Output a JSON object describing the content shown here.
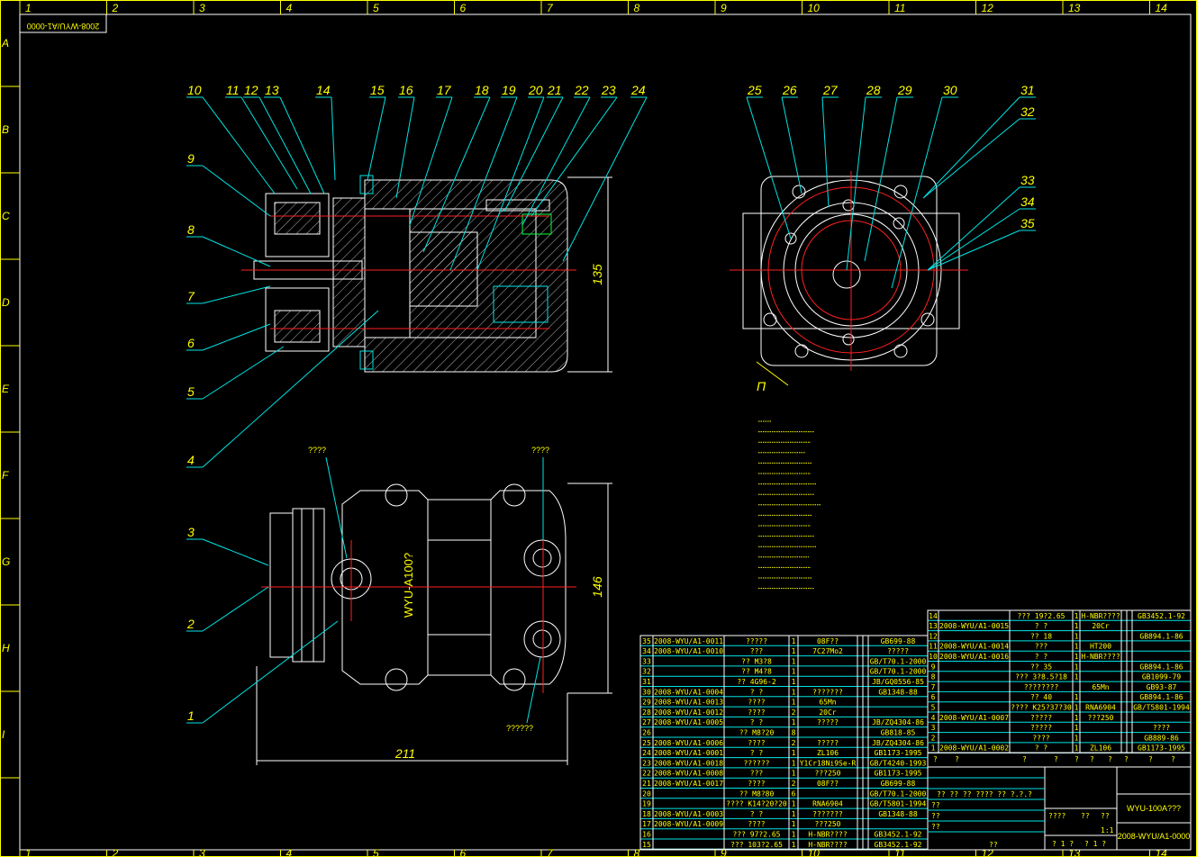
{
  "drawing_code_stamp": "2008-WYU/A1-0000",
  "border": {
    "columns": [
      "1",
      "2",
      "3",
      "4",
      "5",
      "6",
      "7",
      "8",
      "9",
      "10",
      "11",
      "12",
      "13",
      "14"
    ],
    "rows": [
      "A",
      "B",
      "C",
      "D",
      "E",
      "F",
      "G",
      "H",
      "I"
    ]
  },
  "callouts": [
    "1",
    "2",
    "3",
    "4",
    "5",
    "6",
    "7",
    "8",
    "9",
    "10",
    "11",
    "12",
    "13",
    "14",
    "15",
    "16",
    "17",
    "18",
    "19",
    "20",
    "21",
    "22",
    "23",
    "24",
    "25",
    "26",
    "27",
    "28",
    "29",
    "30",
    "31",
    "32",
    "33",
    "34",
    "35"
  ],
  "dimensions": {
    "height_section": "135",
    "height_bottom": "146",
    "width_bottom": "211"
  },
  "annotations": {
    "view_arrow": "П",
    "bottom_label_left": "????",
    "bottom_label_right": "????",
    "bottom_label_low": "??????",
    "body_marking": "WYU-A100?"
  },
  "parts_left": [
    [
      "35",
      "2008-WYU/A1-0011",
      "?????",
      "1",
      "08F??",
      "GB699-88"
    ],
    [
      "34",
      "2008-WYU/A1-0010",
      "???",
      "1",
      "7C27Mo2",
      "?????"
    ],
    [
      "33",
      "",
      "?? M3?8",
      "1",
      "",
      "GB/T70.1-2000"
    ],
    [
      "32",
      "",
      "?? M4?8",
      "1",
      "",
      "GB/T70.1-2000"
    ],
    [
      "31",
      "",
      "?? 4G96-2",
      "1",
      "",
      "JB/GQ0556-85"
    ],
    [
      "30",
      "2008-WYU/A1-0004",
      "? ?",
      "1",
      "???????",
      "GB1348-88"
    ],
    [
      "29",
      "2008-WYU/A1-0013",
      "????",
      "1",
      "65Mn",
      ""
    ],
    [
      "28",
      "2008-WYU/A1-0012",
      "????",
      "2",
      "20Cr",
      ""
    ],
    [
      "27",
      "2008-WYU/A1-0005",
      "? ?",
      "1",
      "?????",
      "JB/ZQ4304-86"
    ],
    [
      "26",
      "",
      "?? M8?20",
      "8",
      "",
      "GB818-85"
    ],
    [
      "25",
      "2008-WYU/A1-0006",
      "????",
      "2",
      "?????",
      "JB/ZQ4304-86"
    ],
    [
      "24",
      "2008-WYU/A1-0001",
      "? ?",
      "1",
      "ZL106",
      "GB1173-1995"
    ],
    [
      "23",
      "2008-WYU/A1-0018",
      "??????",
      "1",
      "Y1Cr18Ni9Se-R",
      "GB/T4240-1993"
    ],
    [
      "22",
      "2008-WYU/A1-0008",
      "???",
      "1",
      "???250",
      "GB1173-1995"
    ],
    [
      "21",
      "2008-WYU/A1-0017",
      "????",
      "2",
      "08F??",
      "GB699-88"
    ],
    [
      "20",
      "",
      "?? M8?80",
      "6",
      "",
      "GB/T70.1-2000"
    ],
    [
      "19",
      "",
      "???? K14?20?20",
      "1",
      "RNA6904",
      "GB/T5801-1994"
    ],
    [
      "18",
      "2008-WYU/A1-0003",
      "? ?",
      "1",
      "???????",
      "GB1348-88"
    ],
    [
      "17",
      "2008-WYU/A1-0009",
      "????",
      "1",
      "???250",
      ""
    ],
    [
      "16",
      "",
      "??? 97?2.65",
      "1",
      "H-NBR????",
      "GB3452.1-92"
    ],
    [
      "15",
      "",
      "??? 103?2.65",
      "1",
      "H-NBR????",
      "GB3452.1-92"
    ]
  ],
  "parts_right": [
    [
      "14",
      "",
      "??? 19?2.65",
      "1",
      "H-NBR????",
      "GB3452.1-92"
    ],
    [
      "13",
      "2008-WYU/A1-0015",
      "? ?",
      "1",
      "20Cr",
      ""
    ],
    [
      "12",
      "",
      "?? 18",
      "1",
      "",
      "GB894.1-86"
    ],
    [
      "11",
      "2008-WYU/A1-0014",
      "???",
      "1",
      "HT200",
      ""
    ],
    [
      "10",
      "2008-WYU/A1-0016",
      "? ?",
      "1",
      "H-NBR????",
      ""
    ],
    [
      "9",
      "",
      "?? 35",
      "1",
      "",
      "GB894.1-86"
    ],
    [
      "8",
      "",
      "??? 3?8.5?18",
      "1",
      "",
      "GB1099-79"
    ],
    [
      "7",
      "",
      "????????",
      "",
      "65Mn",
      "GB93-87"
    ],
    [
      "6",
      "",
      "?? 40",
      "1",
      "",
      "GB894.1-86"
    ],
    [
      "5",
      "",
      "???? K25?37?30",
      "1",
      "RNA6904",
      "GB/T5801-1994"
    ],
    [
      "4",
      "2008-WYU/A1-0007",
      "?????",
      "1",
      "???250",
      ""
    ],
    [
      "3",
      "",
      "?????",
      "1",
      "",
      "????"
    ],
    [
      "2",
      "",
      "????",
      "1",
      "",
      "GB889-86"
    ],
    [
      "1",
      "2008-WYU/A1-0002",
      "? ?",
      "1",
      "ZL106",
      "GB1173-1995"
    ]
  ],
  "parts_header": [
    "?",
    "?",
    "?",
    "?",
    "?",
    "?",
    "?",
    "?",
    "?",
    "?"
  ],
  "title_block": {
    "product_name": "WYU-100A???",
    "drawing_number": "2008-WYU/A1-0000",
    "scale": "1:1",
    "sheet_total": "? 1 ?",
    "sheet_no": "? 1 ?",
    "revision_labels": "?? ?? ?? ???? ?? ?.?.?",
    "design": "??",
    "check": "??",
    "process": "??",
    "approve": "??",
    "stage": "????",
    "weight": "??",
    "scale_label": "??"
  }
}
